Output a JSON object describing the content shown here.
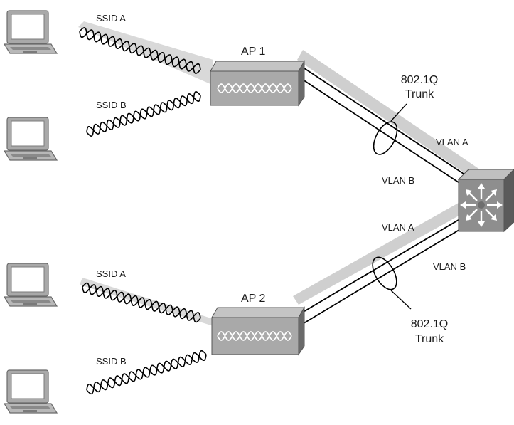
{
  "access_points": [
    {
      "label": "AP 1"
    },
    {
      "label": "AP 2"
    }
  ],
  "wireless_links": [
    {
      "ssid": "SSID A",
      "highlighted": true
    },
    {
      "ssid": "SSID B",
      "highlighted": false
    },
    {
      "ssid": "SSID A",
      "highlighted": true
    },
    {
      "ssid": "SSID B",
      "highlighted": false
    }
  ],
  "trunks": [
    {
      "label_line1": "802.1Q",
      "label_line2": "Trunk",
      "vlan_upper": "VLAN A",
      "vlan_lower": "VLAN B"
    },
    {
      "label_line1": "802.1Q",
      "label_line2": "Trunk",
      "vlan_upper": "VLAN A",
      "vlan_lower": "VLAN B"
    }
  ],
  "devices": {
    "laptop_count": 4,
    "switch": "switch-icon"
  },
  "colors": {
    "vlan_a_highlight": "#c8c8c8",
    "device_gray": "#a8a8a8",
    "device_dark": "#5e5e5e",
    "line": "#000000"
  }
}
